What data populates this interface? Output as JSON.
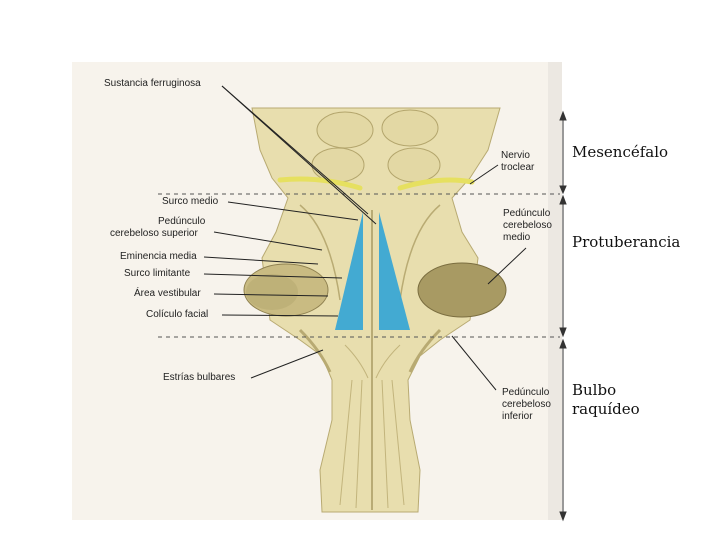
{
  "labels": {
    "sustancia_ferruginosa": "Sustancia ferruginosa",
    "surco_medio": "Surco medio",
    "pedunculo_superior_1": "Pedúnculo",
    "pedunculo_superior_2": "cerebeloso superior",
    "eminencia_media": "Eminencia media",
    "surco_limitante": "Surco limitante",
    "area_vestibular": "Área vestibular",
    "coliculo_facial": "Colículo facial",
    "estrias_bulbares": "Estrías bulbares",
    "nervio_troclear": "Nervio\ntroclear",
    "pedunculo_medio": "Pedúnculo\ncerebeloso\nmedio",
    "pedunculo_inferior": "Pedúnculo\ncerebeloso\ninferior"
  },
  "regions": {
    "mesencefalo": "Mesencéfalo",
    "protuberancia": "Protuberancia",
    "bulbo": "Bulbo\nraquídeo"
  },
  "colors": {
    "tissue": "#e9dfae",
    "tissue_shadow": "#cdbf86",
    "tissue_dark": "#a89a62",
    "nerve": "#e6e060",
    "highlight": "#3aa6d4",
    "peduncle_mid": "#a89a63",
    "page_bg": "#f6f2ea"
  }
}
